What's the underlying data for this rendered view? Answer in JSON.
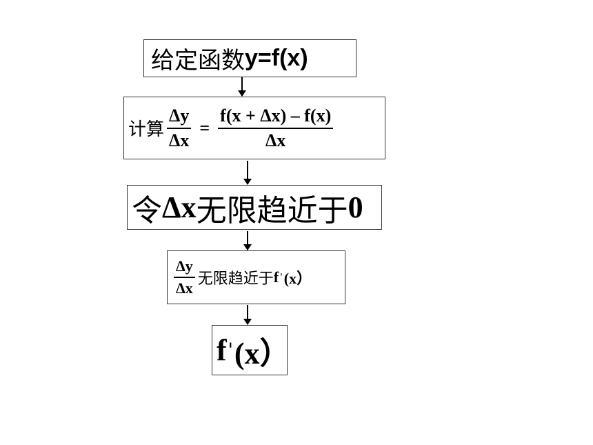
{
  "box1": {
    "label": "给定函数",
    "formula": "y=f(x)"
  },
  "box2": {
    "label": "计算",
    "lhs_num": "Δy",
    "lhs_den": "Δx",
    "equals": "=",
    "rhs_num": "f(x + Δx) – f(x)",
    "rhs_den": "Δx"
  },
  "box3": {
    "prefix": "令",
    "var": "Δx",
    "text": "无限趋近于",
    "value": "0"
  },
  "box4": {
    "frac_num": "Δy",
    "frac_den": "Δx",
    "text": "无限趋近于",
    "func": "f",
    "prime": "'",
    "arg": "(x）"
  },
  "box5": {
    "func": "f",
    "prime": "'",
    "arg": "(x）"
  }
}
